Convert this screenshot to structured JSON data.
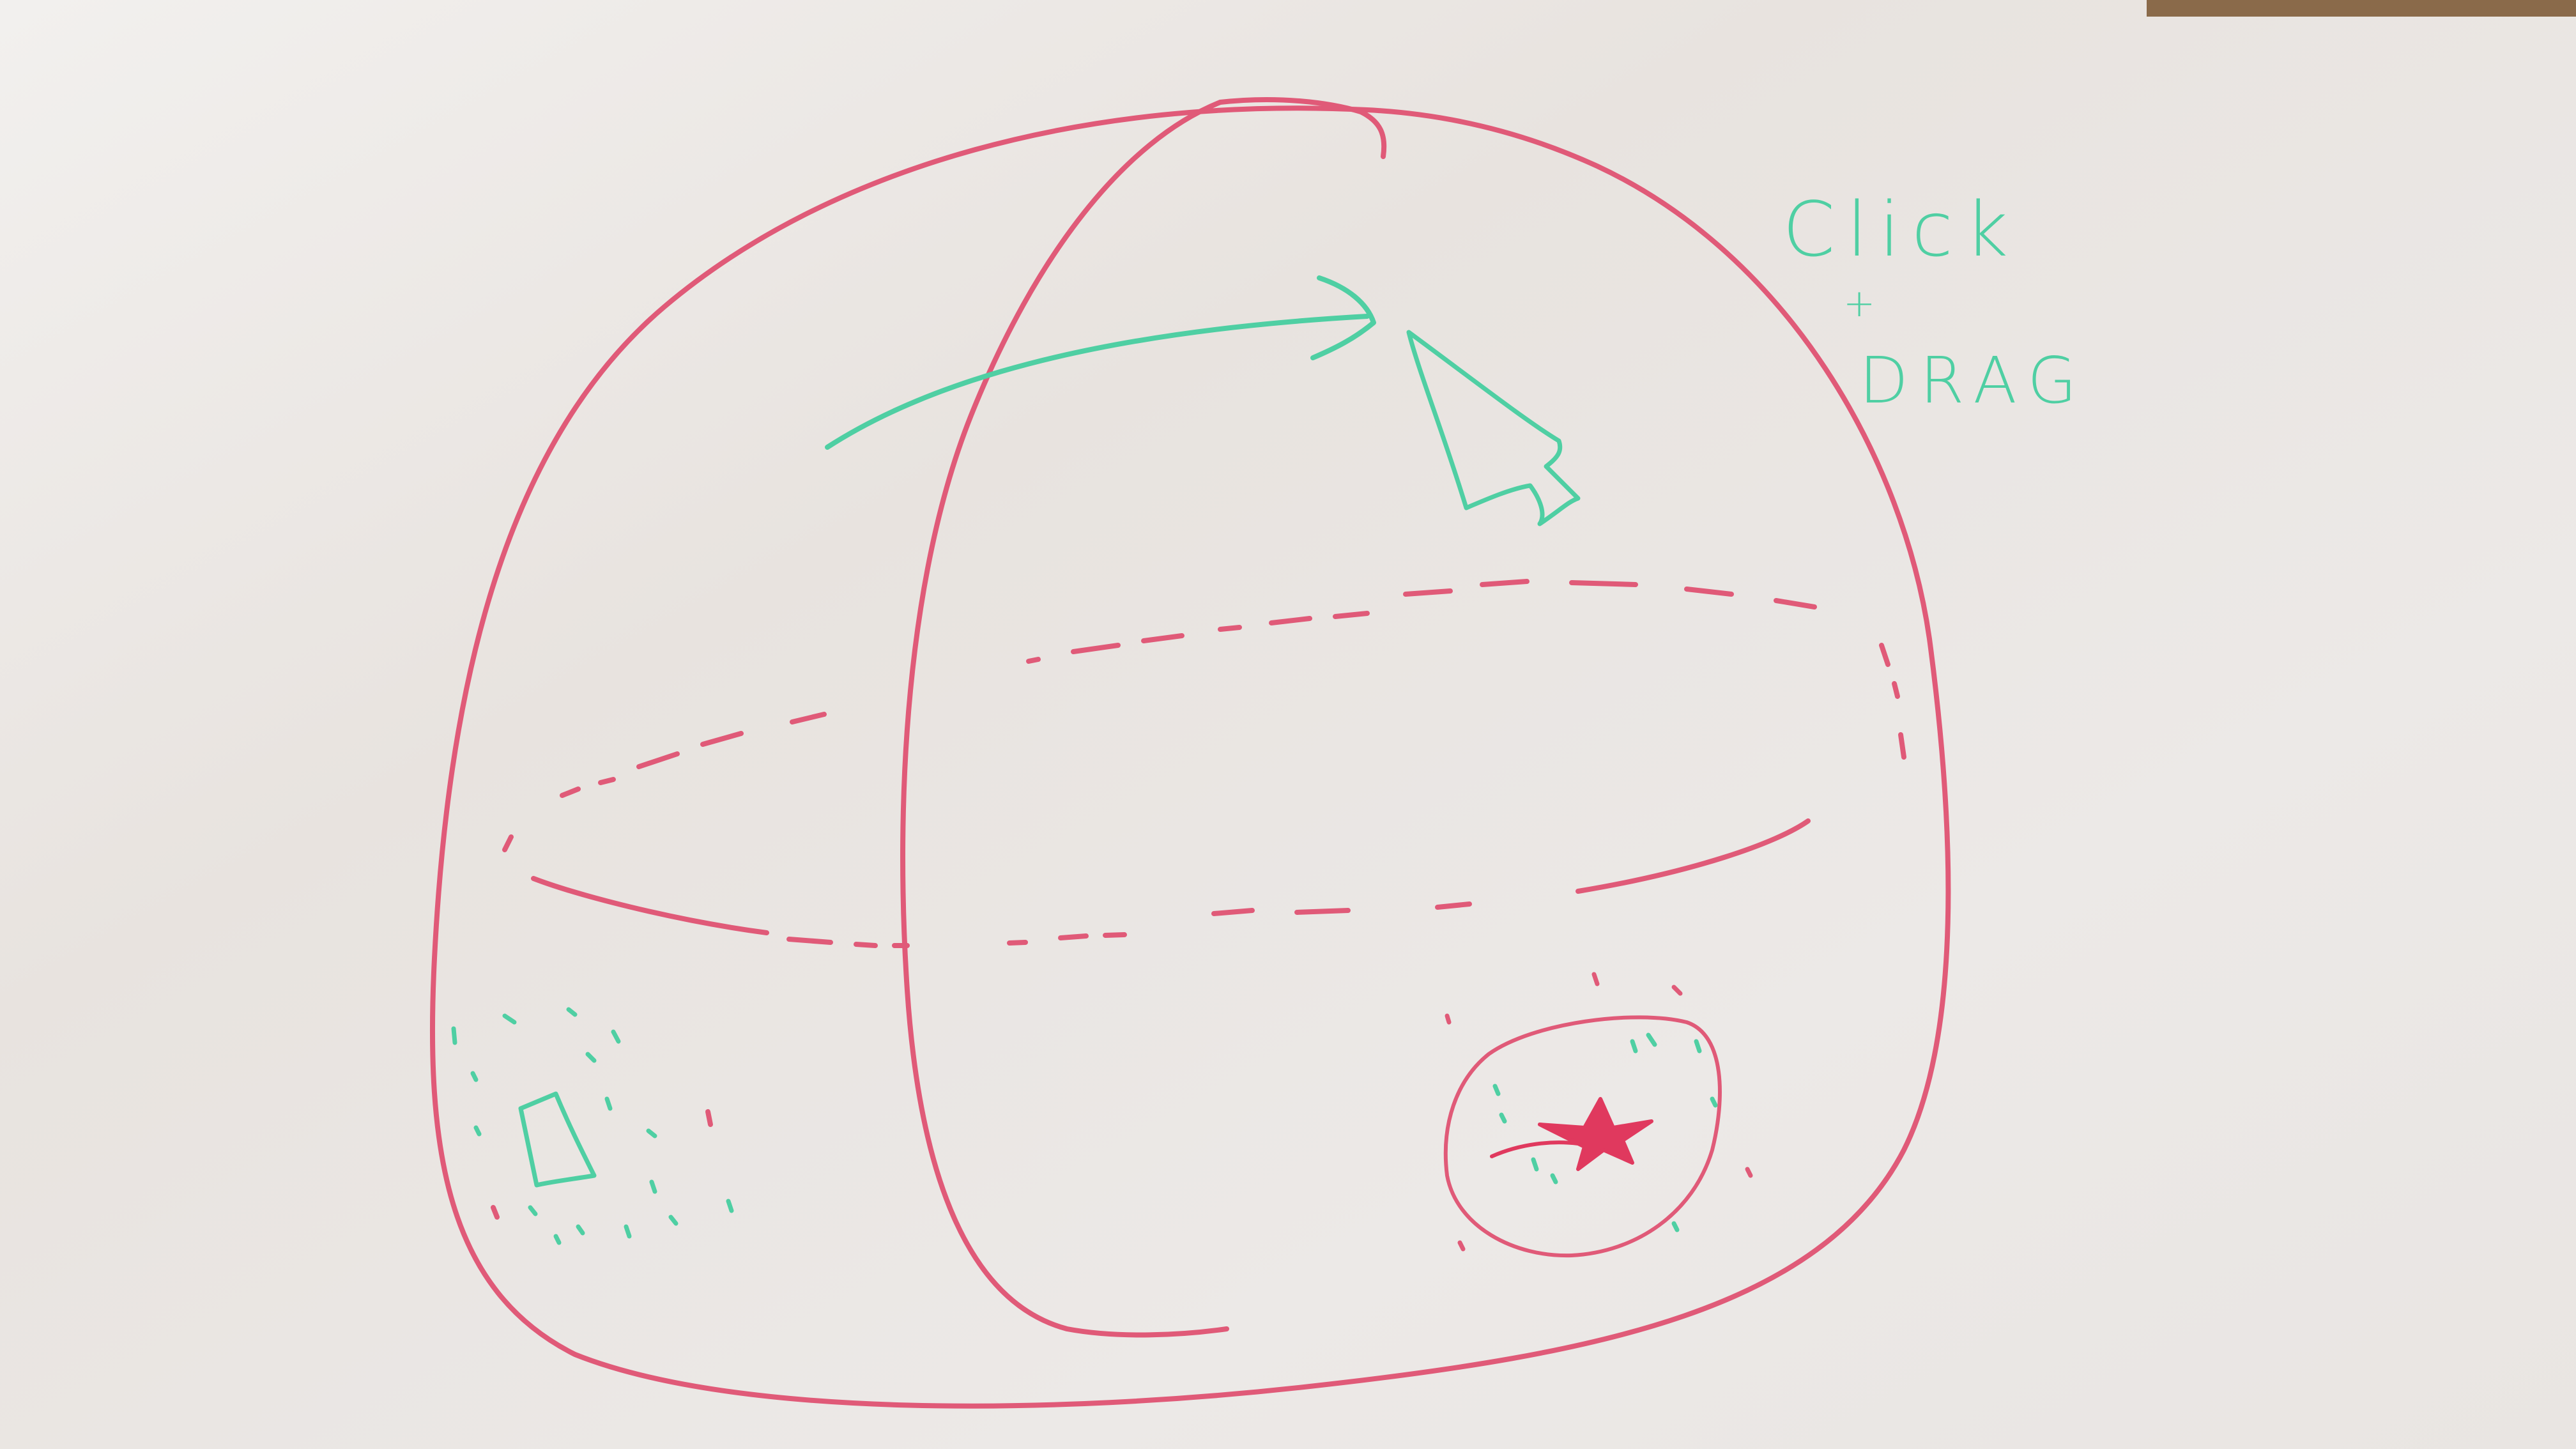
{
  "annotation": {
    "line1": "Click",
    "line2": "+",
    "line3": "DRAG"
  },
  "colors": {
    "board": "#ece8e5",
    "red_marker": "#e05a78",
    "green_marker": "#4fcfa3",
    "frame": "#8a6a4a"
  },
  "icons": {
    "cursor": "mouse-pointer-arrow",
    "drag_arrow": "curved-arrow",
    "start_marker": "square-dashed-region",
    "target_marker": "star-in-dashed-circle"
  }
}
